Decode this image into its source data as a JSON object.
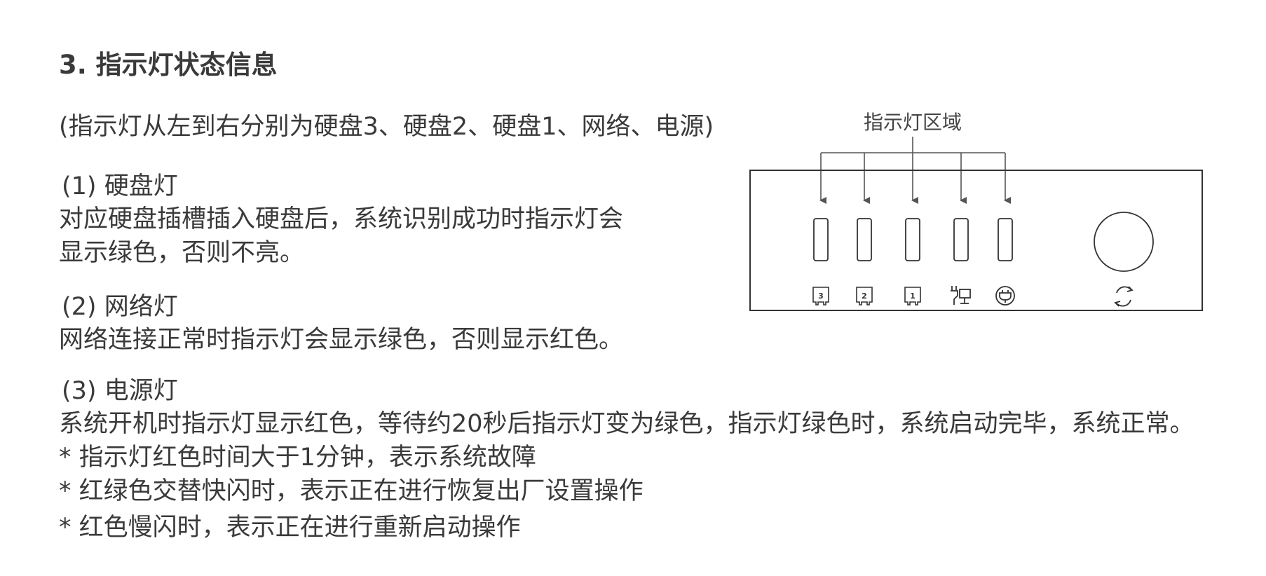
{
  "heading": "3. 指示灯状态信息",
  "intro": "(指示灯从左到右分别为硬盘3、硬盘2、硬盘1、网络、电源)",
  "sections": [
    {
      "title": "(1) 硬盘灯",
      "lines": [
        "对应硬盘插槽插入硬盘后，系统识别成功时指示灯会",
        "显示绿色，否则不亮。"
      ]
    },
    {
      "title": "(2) 网络灯",
      "lines": [
        "网络连接正常时指示灯会显示绿色，否则显示红色。"
      ]
    },
    {
      "title": "(3) 电源灯",
      "lines": [
        "系统开机时指示灯显示红色，等待约20秒后指示灯变为绿色，指示灯绿色时，系统启动完毕，系统正常。",
        "* 指示灯红色时间大于1分钟，表示系统故障",
        "* 红绿色交替快闪时，表示正在进行恢复出厂设置操作",
        "* 红色慢闪时，表示正在进行重新启动操作"
      ]
    }
  ],
  "diagram": {
    "label": "指示灯区域",
    "indicators": [
      {
        "icon": "hdd-3-icon",
        "number": "3"
      },
      {
        "icon": "hdd-2-icon",
        "number": "2"
      },
      {
        "icon": "hdd-1-icon",
        "number": "1"
      },
      {
        "icon": "network-icon"
      },
      {
        "icon": "power-icon"
      }
    ],
    "button_icon": "reset-icon",
    "stroke_color": "#333333"
  }
}
